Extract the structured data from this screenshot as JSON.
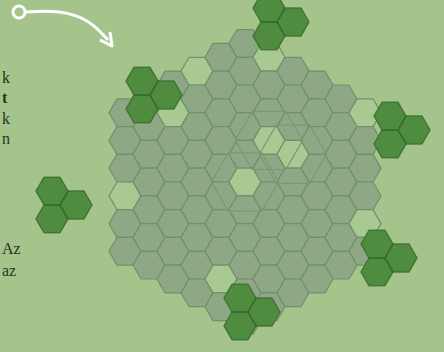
{
  "diagram": {
    "labels": [
      "k",
      "t",
      "k",
      "n",
      "Az",
      "az"
    ]
  }
}
